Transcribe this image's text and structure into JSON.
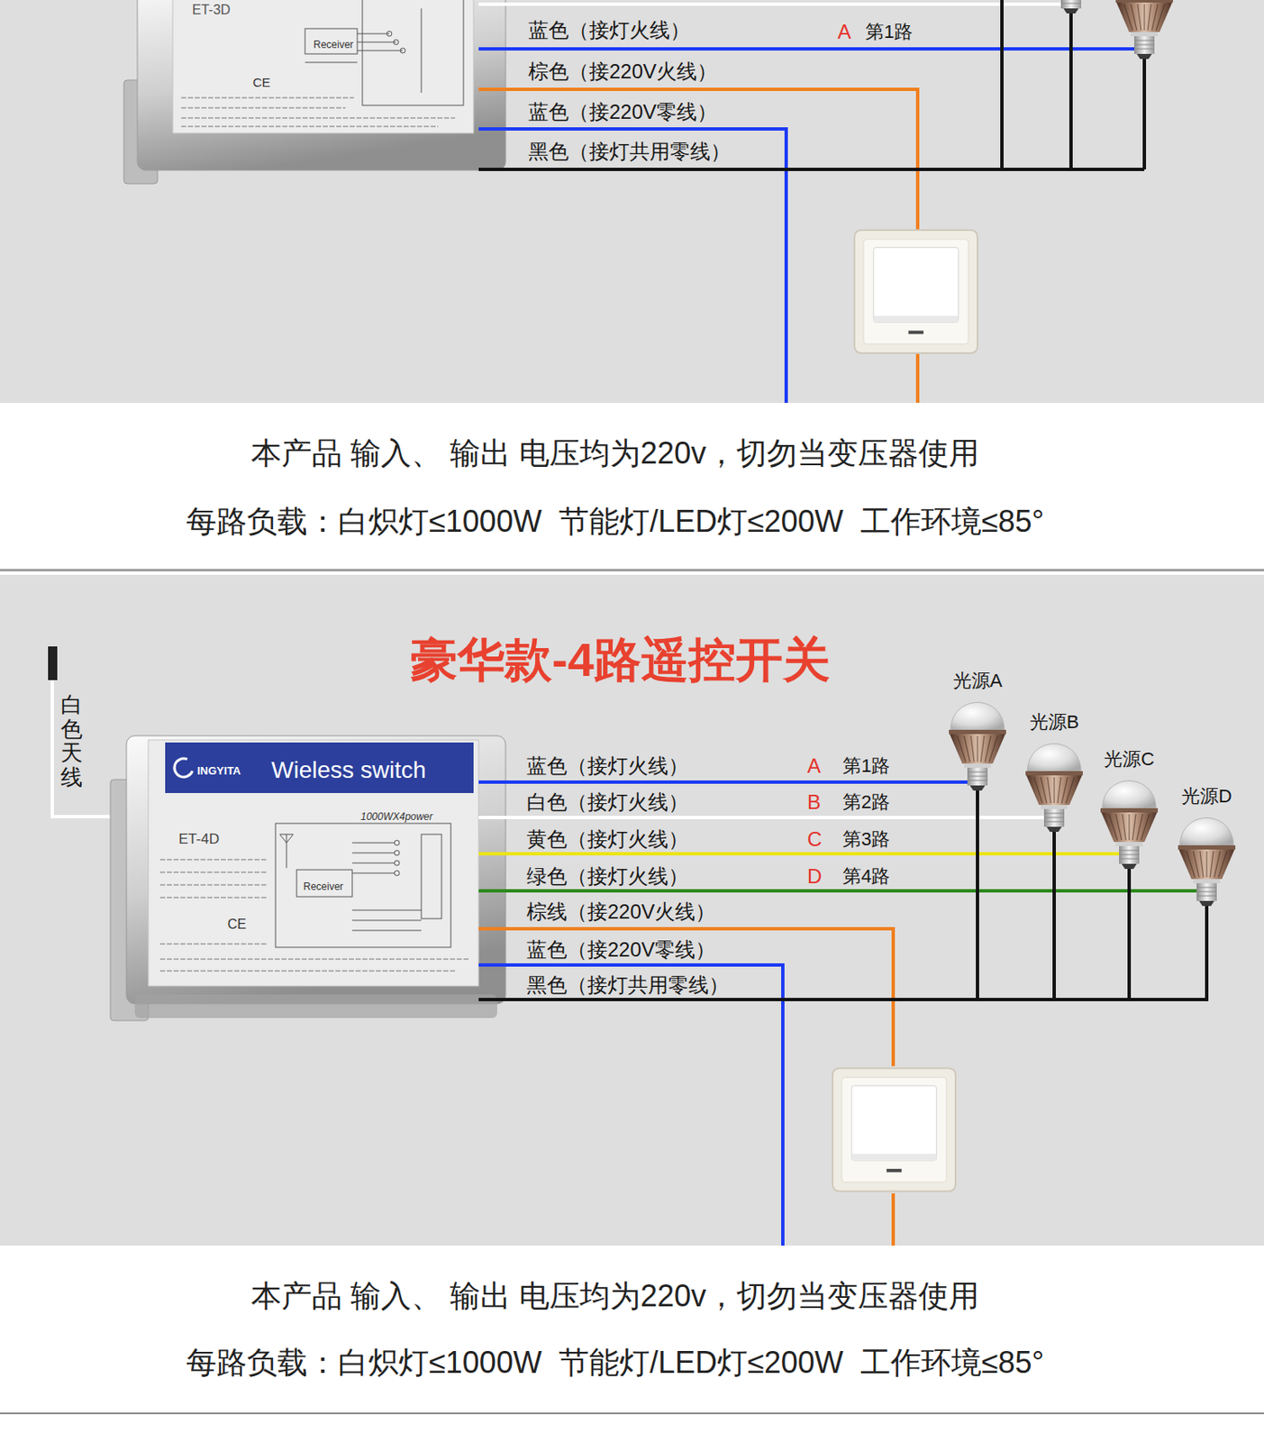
{
  "diagram": {
    "title": "豪华款-4路遥控开关",
    "nodes": [
      {
        "text": [
          "INGYITA",
          "Wieless switch",
          "1000WX4power",
          "ET-4D",
          "Receiver",
          "CE"
        ]
      },
      {
        "text": [
          "光源A"
        ]
      },
      {
        "text": [
          "光源B"
        ]
      },
      {
        "text": [
          "光源C"
        ]
      },
      {
        "text": [
          "光源D"
        ]
      }
    ],
    "edges": [
      {
        "from": 0,
        "to": 1,
        "arrow": "none"
      },
      {
        "from": 0,
        "to": 2,
        "arrow": "none"
      },
      {
        "from": 0,
        "to": 3,
        "arrow": "none"
      },
      {
        "from": 0,
        "to": 4,
        "arrow": "none"
      },
      {
        "from": 0,
        "to": 1,
        "arrow": "none"
      },
      {
        "from": 0,
        "to": 2,
        "arrow": "none"
      },
      {
        "from": 0,
        "to": 3,
        "arrow": "none"
      },
      {
        "from": 0,
        "to": 4,
        "arrow": "none"
      }
    ],
    "labels": [
      "ET-3D",
      "Receiver",
      "CE",
      "蓝色（接灯火线）",
      "A",
      "第1路",
      "棕色（接220V火线）",
      "蓝色（接220V零线）",
      "黑色（接灯共用零线）",
      "本产品 输入、 输出 电压均为220v，切勿当变压器使用",
      "每路负载：白炽灯≤1000W  节能灯/LED灯≤200W  工作环境≤85°",
      "白色天线",
      "蓝色（接灯火线）",
      "A",
      "第1路",
      "白色（接灯火线）",
      "B",
      "第2路",
      "黄色（接灯火线）",
      "C",
      "第3路",
      "绿色（接灯火线）",
      "D",
      "第4路",
      "棕线（接220V火线）",
      "蓝色（接220V零线）",
      "黑色（接灯共用零线）",
      "本产品 输入、 输出 电压均为220v，切勿当变压器使用",
      "每路负载：白炽灯≤1000W  节能灯/LED灯≤200W  工作环境≤85°"
    ]
  }
}
